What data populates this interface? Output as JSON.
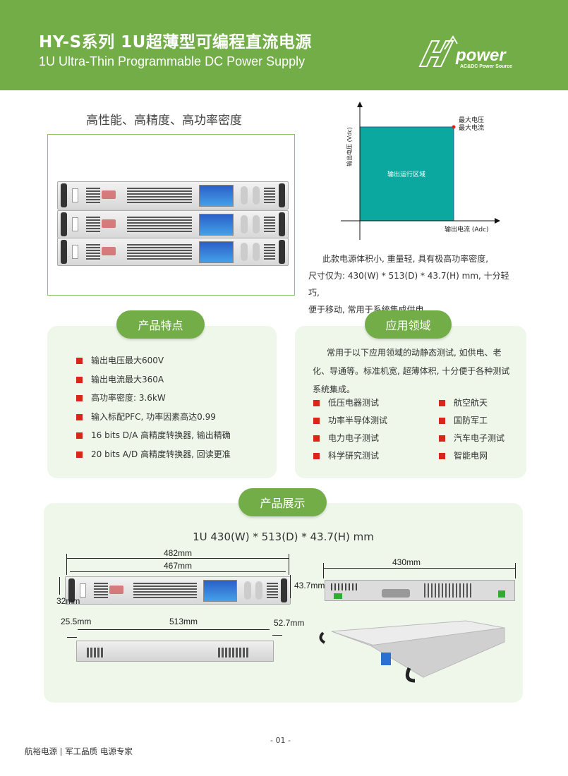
{
  "header": {
    "title": "HY-S系列 1U超薄型可编程直流电源",
    "subtitle": "1U Ultra-Thin Programmable DC Power Supply",
    "logo_text": "power",
    "logo_tagline": "AC&DC Power Source",
    "accent": "#72ad47"
  },
  "intro": {
    "tagline": "高性能、高精度、高功率密度",
    "description": [
      "此款电源体积小, 重量轻, 具有极高功率密度,",
      "尺寸仅为: 430(W) * 513(D) * 43.7(H) mm, 十分轻巧,",
      "便于移动, 常用于系统集成供电。"
    ]
  },
  "chart": {
    "y_label": "输出电压 (Vdc)",
    "x_label": "输出电流 (Adc)",
    "region_label": "输出运行区域",
    "max_labels": [
      "最大电压",
      "最大电流"
    ],
    "region_color": "#0aa89e"
  },
  "features": {
    "title": "产品特点",
    "items": [
      "输出电压最大600V",
      "输出电流最大360A",
      "高功率密度: 3.6kW",
      "输入标配PFC, 功率因素高达0.99",
      "16 bits D/A 高精度转换器, 输出精确",
      "20 bits A/D 高精度转换器, 回读更准"
    ]
  },
  "applications": {
    "title": "应用领域",
    "intro": "常用于以下应用领域的动静态测试, 如供电、老化、导通等。标准机宽, 超薄体积, 十分便于各种测试系统集成。",
    "items": [
      "低压电器测试",
      "航空航天",
      "功率半导体测试",
      "国防军工",
      "电力电子测试",
      "汽车电子测试",
      "科学研究测试",
      "智能电网"
    ]
  },
  "showcase": {
    "title": "产品展示",
    "dims_title": "1U    430(W) * 513(D) * 43.7(H) mm",
    "dims": {
      "w482": "482mm",
      "w467": "467mm",
      "h437": "43.7mm",
      "h32": "32mm",
      "w430": "430mm",
      "d255": "25.5mm",
      "d513": "513mm",
      "d527": "52.7mm"
    }
  },
  "footer": {
    "page": "- 01 -",
    "text": "航裕电源 | 军工品质  电源专家"
  }
}
